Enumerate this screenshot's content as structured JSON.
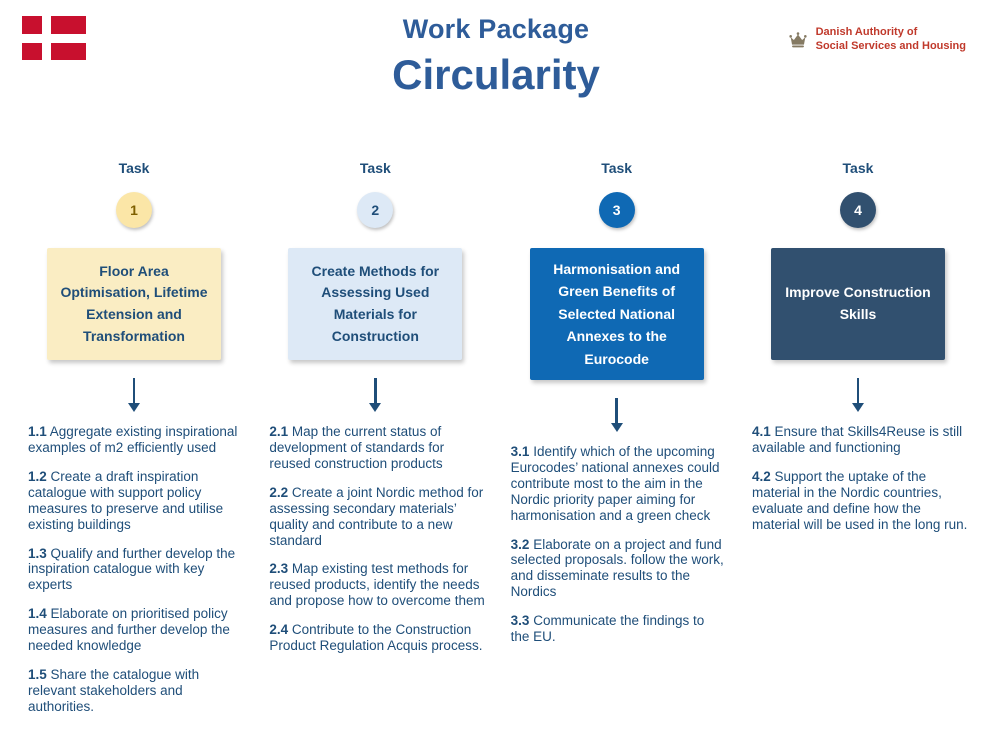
{
  "header": {
    "title_line1": "Work Package",
    "title_line2": "Circularity",
    "logo": {
      "line1": "Danish Authority of",
      "line2": "Social Services and Housing"
    }
  },
  "colors": {
    "title_blue": "#2E5C99",
    "body_blue": "#1F4E79",
    "col1_circle_bg": "#FBE6A7",
    "col1_circle_text": "#7F6000",
    "col1_box_bg": "#FAEDC3",
    "col2_bg": "#DDE9F6",
    "col3_bg": "#0F69B4",
    "col4_bg": "#31506F",
    "light_text": "#FFFFFF",
    "flag_red": "#C8102E",
    "logo_red": "#C0392B",
    "crown_gray": "#857A63"
  },
  "columns": [
    {
      "task_label": "Task",
      "number": "1",
      "title": "Floor Area Optimisation, Lifetime Extension and Transformation",
      "items": [
        {
          "num": "1.1",
          "text": "Aggregate existing inspirational examples of m2 efficiently used"
        },
        {
          "num": "1.2",
          "text": "Create a draft inspiration catalogue with support policy measures to preserve and utilise existing buildings"
        },
        {
          "num": "1.3",
          "text": "Qualify and further develop the inspiration catalogue with key experts"
        },
        {
          "num": "1.4",
          "text": "Elaborate on prioritised policy measures and further develop the needed knowledge"
        },
        {
          "num": "1.5",
          "text": "Share the catalogue with relevant stakeholders and authorities."
        }
      ]
    },
    {
      "task_label": "Task",
      "number": "2",
      "title": "Create Methods for Assessing Used Materials for Construction",
      "items": [
        {
          "num": "2.1",
          "text": "Map the current status of development of standards for reused construction products"
        },
        {
          "num": "2.2",
          "text": "Create a joint Nordic method for assessing secondary materials’ quality and contribute to a new standard"
        },
        {
          "num": "2.3",
          "text": "Map existing test methods for reused products, identify the needs and propose how to overcome them"
        },
        {
          "num": "2.4",
          "text": "Contribute to the Construction Product Regulation Acquis process."
        }
      ]
    },
    {
      "task_label": "Task",
      "number": "3",
      "title": "Harmonisation and Green Benefits of Selected National Annexes to the Eurocode",
      "items": [
        {
          "num": "3.1",
          "text": "Identify which of the upcoming Eurocodes’ national annexes could contribute most to the aim in the Nordic priority paper aiming for harmonisation and a green check"
        },
        {
          "num": "3.2",
          "text": "Elaborate on a project and fund selected proposals. follow the work, and disseminate results to the Nordics"
        },
        {
          "num": "3.3",
          "text": "Communicate the findings to the EU."
        }
      ]
    },
    {
      "task_label": "Task",
      "number": "4",
      "title": "Improve Construction Skills",
      "items": [
        {
          "num": "4.1",
          "text": "Ensure that Skills4Reuse is still available and functioning"
        },
        {
          "num": "4.2",
          "text": "Support the uptake of the material in the Nordic countries, evaluate and define how the material will be used in the long run."
        }
      ]
    }
  ]
}
